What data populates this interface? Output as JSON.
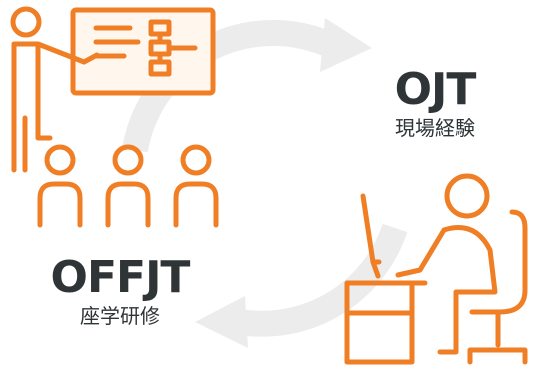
{
  "labels": {
    "ojt": {
      "title": "OJT",
      "subtitle": "現場経験"
    },
    "offjt": {
      "title": "OFFJT",
      "subtitle": "座学研修"
    }
  },
  "colors": {
    "accent": "#f07e24",
    "cycle_arrow": "#ececec",
    "text": "#2f3437",
    "board_fill": "#fff6ee"
  }
}
